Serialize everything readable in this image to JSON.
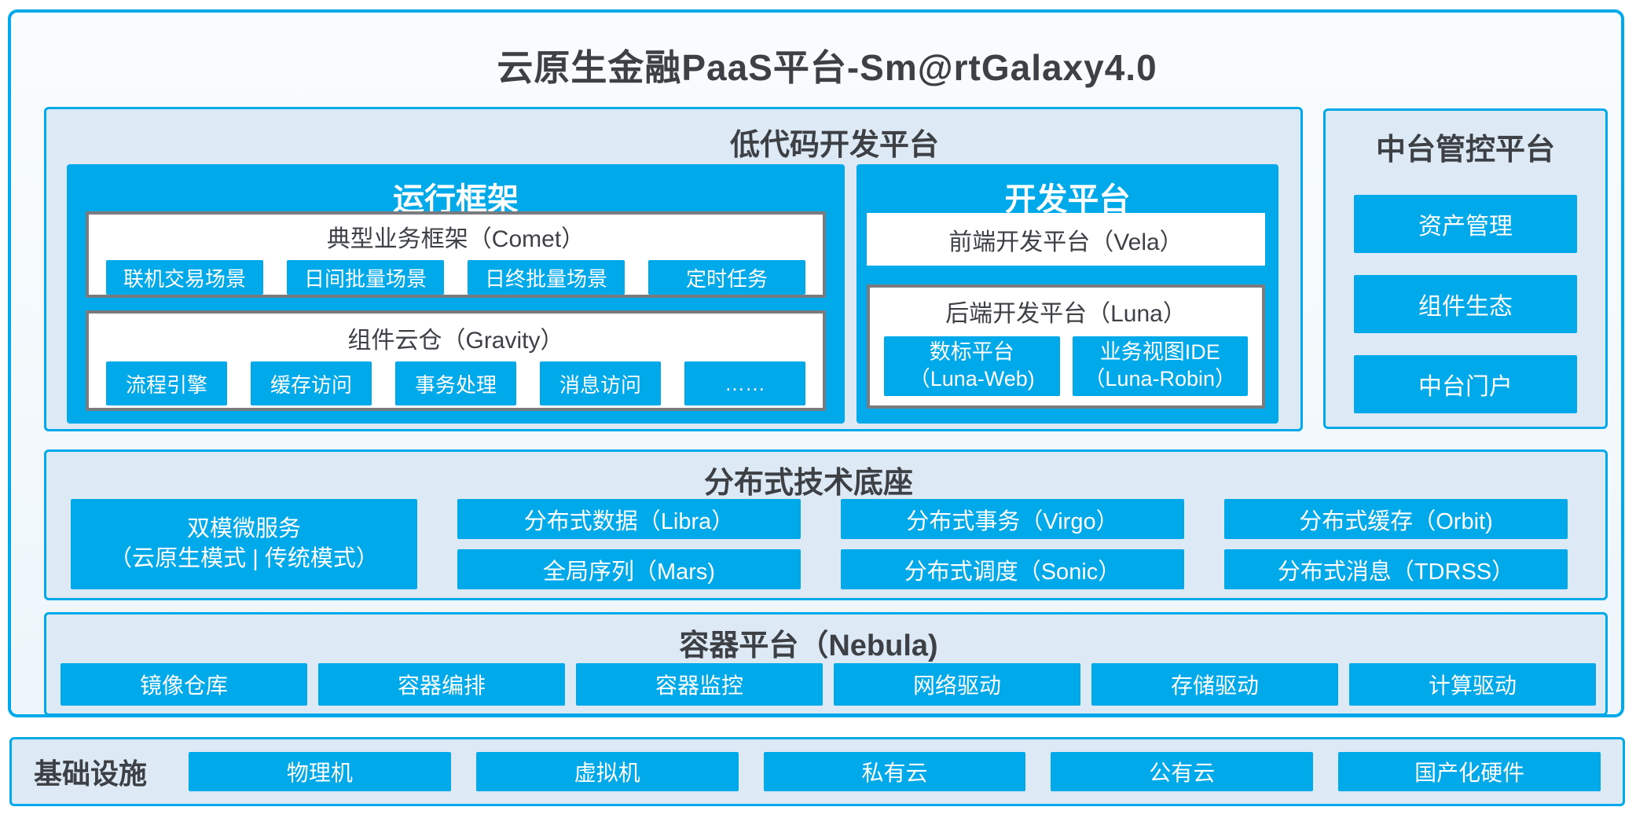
{
  "title": "云原生金融PaaS平台-Sm@rtGalaxy4.0",
  "colors": {
    "accent_blue": "#00a9ea",
    "panel_bg": "#dde9f5",
    "dark_text": "#3d4145",
    "gray_border": "#7a7b7e"
  },
  "lowcode": {
    "label": "低代码开发平台",
    "runtime": {
      "title": "运行框架",
      "comet_title": "典型业务框架（Comet）",
      "comet_items": [
        "联机交易场景",
        "日间批量场景",
        "日终批量场景",
        "定时任务"
      ],
      "gravity_title": "组件云仓（Gravity）",
      "gravity_items": [
        "流程引擎",
        "缓存访问",
        "事务处理",
        "消息访问",
        "……"
      ]
    },
    "dev": {
      "title": "开发平台",
      "frontend": "前端开发平台（Vela）",
      "backend_title": "后端开发平台（Luna）",
      "backend_items": [
        {
          "line1": "数标平台",
          "line2": "（Luna-Web)"
        },
        {
          "line1": "业务视图IDE",
          "line2": "（Luna-Robin）"
        }
      ]
    }
  },
  "midplatform": {
    "label": "中台管控平台",
    "items": [
      "资产管理",
      "组件生态",
      "中台门户"
    ]
  },
  "distributed": {
    "label": "分布式技术底座",
    "dual": {
      "line1": "双模微服务",
      "line2": "（云原生模式 | 传统模式）"
    },
    "columns": [
      {
        "top": "分布式数据（Libra）",
        "bottom": "全局序列（Mars)"
      },
      {
        "top": "分布式事务（Virgo）",
        "bottom": "分布式调度（Sonic）"
      },
      {
        "top": "分布式缓存（Orbit)",
        "bottom": "分布式消息（TDRSS）"
      }
    ]
  },
  "container_platform": {
    "label": "容器平台（Nebula)",
    "items": [
      "镜像仓库",
      "容器编排",
      "容器监控",
      "网络驱动",
      "存储驱动",
      "计算驱动"
    ]
  },
  "infrastructure": {
    "label": "基础设施",
    "items": [
      "物理机",
      "虚拟机",
      "私有云",
      "公有云",
      "国产化硬件"
    ]
  }
}
